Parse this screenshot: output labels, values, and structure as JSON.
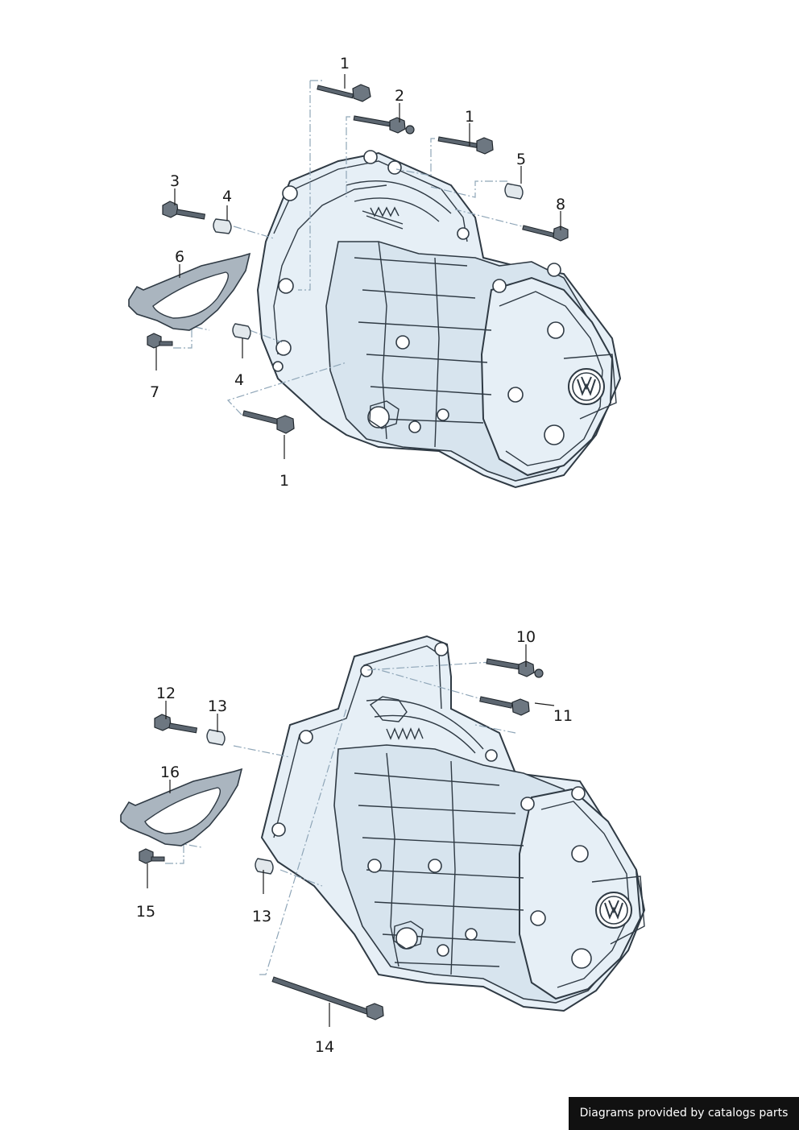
{
  "callouts": {
    "upper": [
      "1",
      "2",
      "1",
      "3",
      "4",
      "5",
      "8",
      "6",
      "7",
      "4",
      "1"
    ],
    "lower": [
      "10",
      "11",
      "12",
      "13",
      "16",
      "15",
      "13",
      "14"
    ]
  },
  "footer": {
    "text": "Diagrams provided by catalogs parts"
  },
  "colors": {
    "housing": "#e6eff6",
    "outline": "#2f3a44",
    "leader_dash": "#8fa6b8",
    "footer_bg": "#111111"
  }
}
